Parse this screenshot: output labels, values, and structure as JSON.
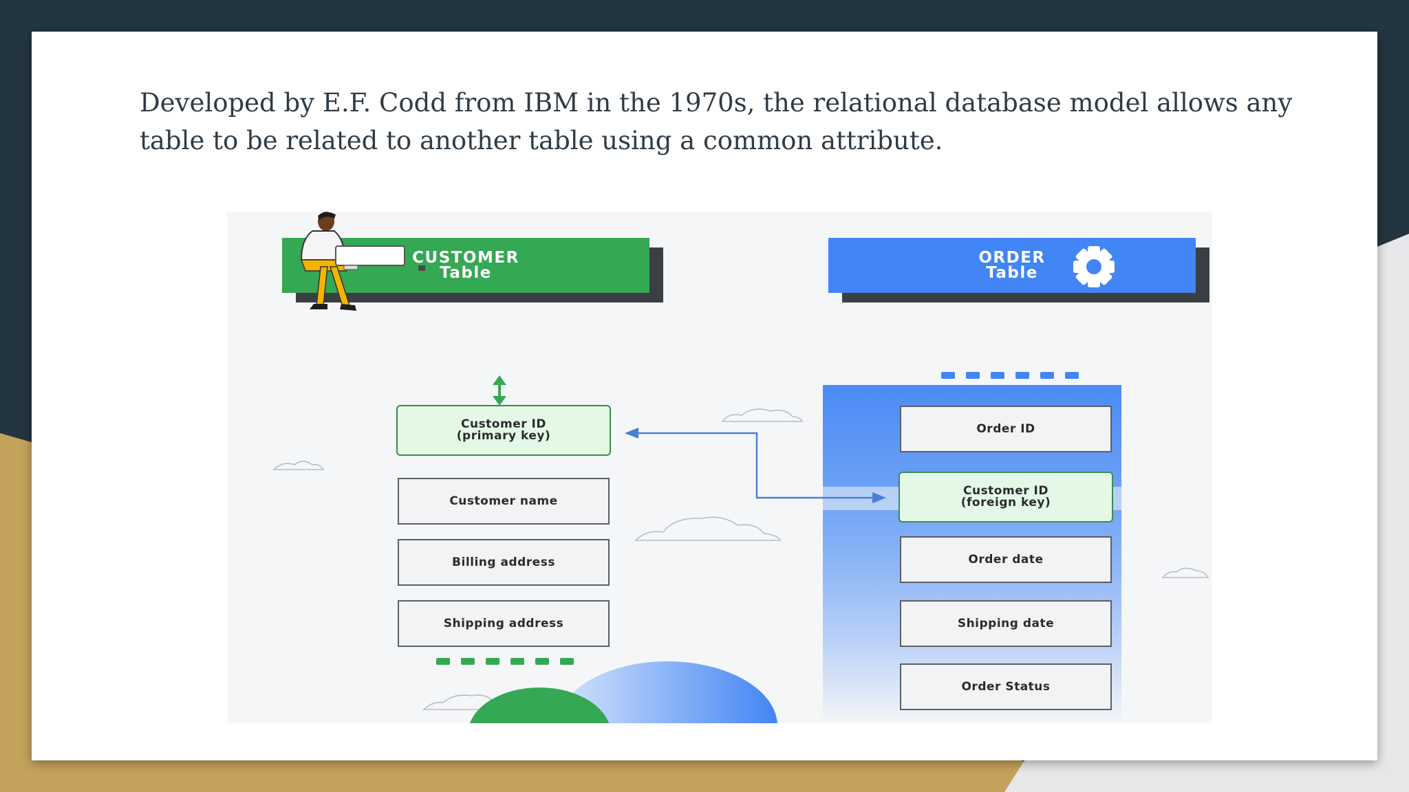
{
  "slide": {
    "caption": "Developed by E.F. Codd from IBM in the 1970s, the relational database model allows any table to be related to another table using a common attribute."
  },
  "diagram": {
    "customer_table": {
      "title_line1": "CUSTOMER",
      "title_line2": "Table",
      "color": "#34a853",
      "fields": [
        {
          "line1": "Customer ID",
          "line2": "(primary key)",
          "is_key": true
        },
        {
          "line1": "Customer name",
          "line2": "",
          "is_key": false
        },
        {
          "line1": "Billing address",
          "line2": "",
          "is_key": false
        },
        {
          "line1": "Shipping address",
          "line2": "",
          "is_key": false
        }
      ]
    },
    "order_table": {
      "title_line1": "ORDER",
      "title_line2": "Table",
      "color": "#4285f4",
      "fields": [
        {
          "line1": "Order ID",
          "line2": "",
          "is_key": false
        },
        {
          "line1": "Customer ID",
          "line2": "(foreign key)",
          "is_key": true
        },
        {
          "line1": "Order date",
          "line2": "",
          "is_key": false
        },
        {
          "line1": "Shipping date",
          "line2": "",
          "is_key": false
        },
        {
          "line1": "Order Status",
          "line2": "",
          "is_key": false
        }
      ]
    },
    "colors": {
      "connector": "#4a7fd6",
      "baseline": "#fbbc04",
      "key_fill": "#e3f9e6",
      "slide_background": "#233540",
      "accent_gold": "#c4a25c"
    },
    "icons": [
      "person-illustration",
      "gear-icon",
      "cloud-icon",
      "double-arrow-icon"
    ]
  }
}
